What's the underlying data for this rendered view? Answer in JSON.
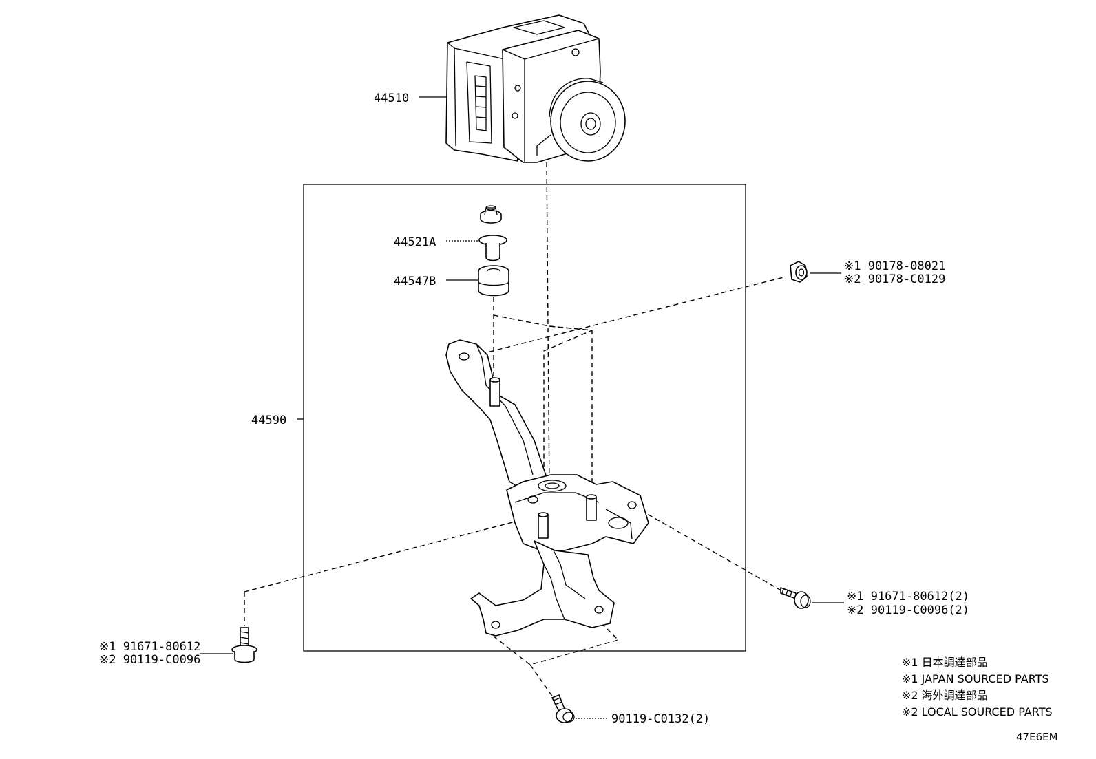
{
  "labels": {
    "p44510": "44510",
    "p44521a": "44521A",
    "p44547b": "44547B",
    "p44590": "44590",
    "nut_top_1": "※1 90178-08021",
    "nut_top_2": "※2 90178-C0129",
    "bolt_right_1": "※1 91671-80612(2)",
    "bolt_right_2": "※2 90119-C0096(2)",
    "bolt_left_1": "※1 91671-80612",
    "bolt_left_2": "※2 90119-C0096",
    "bolt_bottom": "90119-C0132(2)"
  },
  "legend": [
    "※1 日本調達部品",
    "※1 JAPAN SOURCED PARTS",
    "※2 海外調達部品",
    "※2 LOCAL SOURCED PARTS"
  ],
  "diagram_code": "47E6EM"
}
